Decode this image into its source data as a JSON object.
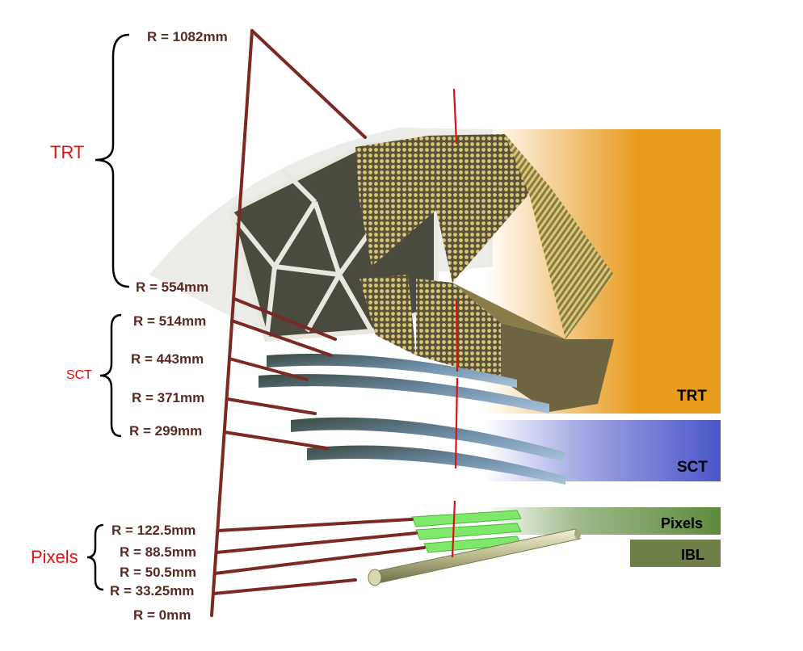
{
  "groups": {
    "trt": "TRT",
    "sct": "SCT",
    "pixels": "Pixels"
  },
  "radii": {
    "r1082": "R = 1082mm",
    "r554": "R = 554mm",
    "r514": "R = 514mm",
    "r443": "R = 443mm",
    "r371": "R = 371mm",
    "r299": "R = 299mm",
    "r1225": "R = 122.5mm",
    "r885": "R = 88.5mm",
    "r505": "R = 50.5mm",
    "r3325": "R = 33.25mm",
    "r0": "R = 0mm"
  },
  "bands": {
    "trt": "TRT",
    "sct": "SCT",
    "pixels": "Pixels",
    "ibl": "IBL"
  },
  "colors": {
    "trt_band": "#e89a1c",
    "sct_band": "#4a55c8",
    "pixels_band": "#5e8a3c",
    "ibl_band": "#6e8048",
    "leader": "#7a2a22",
    "marker": "#e01010"
  }
}
